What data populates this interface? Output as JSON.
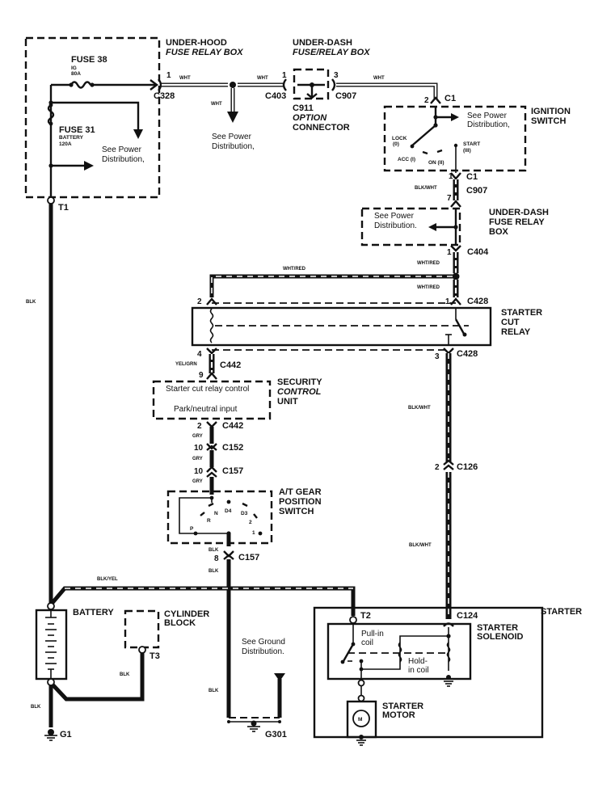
{
  "diagram": {
    "title": "Starter Circuit Wiring Diagram",
    "components": {
      "underhood_box": {
        "line1": "UNDER-HOOD",
        "line2": "FUSE RELAY BOX"
      },
      "fuse38": {
        "name": "FUSE 38",
        "sub1": "IG",
        "sub2": "80A"
      },
      "fuse31": {
        "name": "FUSE 31",
        "sub1": "BATTERY",
        "sub2": "120A"
      },
      "underdash_box_top": {
        "line1": "UNDER-DASH",
        "line2": "FUSE/RELAY BOX"
      },
      "option_connector": {
        "line1": "C911",
        "line2": "OPTION",
        "line3": "CONNECTOR"
      },
      "ignition_switch": {
        "line1": "IGNITION",
        "line2": "SWITCH",
        "lock": "LOCK",
        "lock_pos": "(0)",
        "acc": "ACC (I)",
        "on": "ON (II)",
        "start": "START",
        "start_pos": "(III)"
      },
      "underdash_box_mid": {
        "line1": "UNDER-DASH",
        "line2": "FUSE RELAY",
        "line3": "BOX"
      },
      "starter_cut_relay": {
        "line1": "STARTER",
        "line2": "CUT",
        "line3": "RELAY"
      },
      "security_unit": {
        "line1": "SECURITY",
        "line2": "CONTROL",
        "line3": "UNIT",
        "row1": "Starter cut relay control",
        "row2": "Park/neutral input"
      },
      "gear_switch": {
        "line1": "A/T GEAR",
        "line2": "POSITION",
        "line3": "SWITCH",
        "positions": [
          "P",
          "R",
          "N",
          "D4",
          "D3",
          "2",
          "1"
        ]
      },
      "battery": {
        "label": "BATTERY"
      },
      "cylinder_block": {
        "line1": "CYLINDER",
        "line2": "BLOCK"
      },
      "starter": {
        "label": "STARTER"
      },
      "starter_solenoid": {
        "line1": "STARTER",
        "line2": "SOLENOID",
        "pull_in1": "Pull-in",
        "pull_in2": "coil",
        "hold_in1": "Hold-",
        "hold_in2": "in coil"
      },
      "starter_motor": {
        "line1": "STARTER",
        "line2": "MOTOR",
        "symbol": "M"
      }
    },
    "notes": {
      "power_dist": "See Power",
      "power_dist2": "Distribution,",
      "power_dist3": "Distribution.",
      "ground_dist": "See Ground",
      "ground_dist2": "Distribution."
    },
    "connectors": {
      "c328": "C328",
      "c403": "C403",
      "c907": "C907",
      "c1": "C1",
      "c404": "C404",
      "c428": "C428",
      "c442": "C442",
      "c152": "C152",
      "c157": "C157",
      "c126": "C126",
      "c124": "C124",
      "t1": "T1",
      "t2": "T2",
      "t3": "T3",
      "g1": "G1",
      "g301": "G301"
    },
    "pins": {
      "p1": "1",
      "p2": "2",
      "p3": "3",
      "p4": "4",
      "p7": "7",
      "p8": "8",
      "p9": "9",
      "p10": "10"
    },
    "wires": {
      "wht": "WHT",
      "blk": "BLK",
      "blk_wht": "BLK/WHT",
      "wht_red": "WHT/RED",
      "yel_grn": "YEL/GRN",
      "gry": "GRY",
      "blk_yel": "BLK/YEL"
    }
  }
}
